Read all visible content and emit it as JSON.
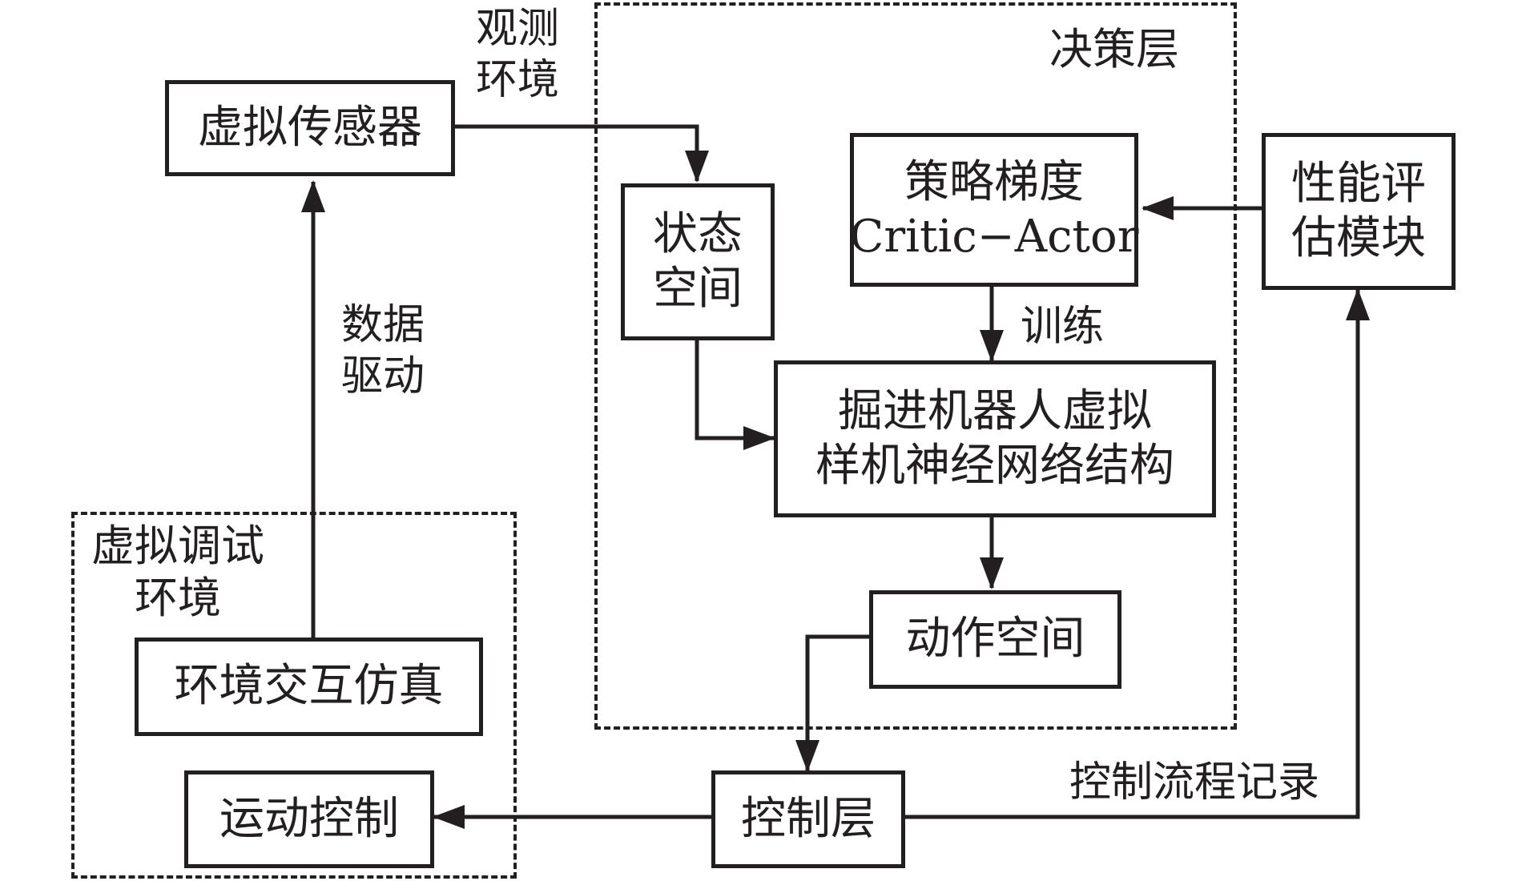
{
  "groups": {
    "decision_layer": {
      "title": "决策层"
    },
    "virtual_debug_env": {
      "title_line1": "虚拟调试",
      "title_line2": "环境"
    }
  },
  "nodes": {
    "virtual_sensor": {
      "text": "虚拟传感器"
    },
    "state_space": {
      "line1": "状态",
      "line2": "空间"
    },
    "policy_gradient": {
      "line1": "策略梯度",
      "line2": "Critic−Actor"
    },
    "performance_eval": {
      "line1": "性能评",
      "line2": "估模块"
    },
    "robot_nn": {
      "line1": "掘进机器人虚拟",
      "line2": "样机神经网络结构"
    },
    "action_space": {
      "text": "动作空间"
    },
    "env_sim": {
      "text": "环境交互仿真"
    },
    "motion_control": {
      "text": "运动控制"
    },
    "control_layer": {
      "text": "控制层"
    }
  },
  "edge_labels": {
    "observe_env": {
      "line1": "观测",
      "line2": "环境"
    },
    "data_driven": {
      "line1": "数据",
      "line2": "驱动"
    },
    "training": {
      "text": "训练"
    },
    "control_flow_record": {
      "text": "控制流程记录"
    }
  },
  "colors": {
    "stroke": "#231f20",
    "background": "#ffffff"
  }
}
